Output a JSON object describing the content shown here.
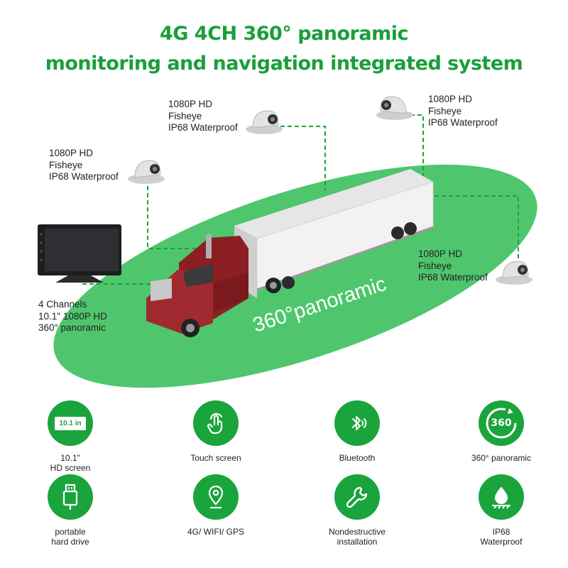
{
  "header": {
    "line1": "4G 4CH 360° panoramic",
    "line2": "monitoring and navigation integrated system"
  },
  "colors": {
    "brand_green": "#1aa43c",
    "ellipse_green": "#4fc66d",
    "truck_cab": "#8b1f24"
  },
  "scene": {
    "ellipse_label": "360°panoramic"
  },
  "cameras": [
    {
      "line1": "1080P HD",
      "line2": "Fisheye",
      "line3": "IP68 Waterproof"
    },
    {
      "line1": "1080P HD",
      "line2": "Fisheye",
      "line3": "IP68 Waterproof"
    },
    {
      "line1": "1080P HD",
      "line2": "Fisheye",
      "line3": "IP68 Waterproof"
    },
    {
      "line1": "1080P HD",
      "line2": "Fisheye",
      "line3": "IP68 Waterproof"
    }
  ],
  "monitor": {
    "line1": "4 Channels",
    "line2": "10.1\" 1080P HD",
    "line3": "360° panoramic"
  },
  "features": [
    {
      "icon": "screen-size-icon",
      "badge": "10.1 in",
      "line1": "10.1\"",
      "line2": "HD screen"
    },
    {
      "icon": "touch-icon",
      "line1": "Touch screen",
      "line2": ""
    },
    {
      "icon": "bluetooth-icon",
      "line1": "Bluetooth",
      "line2": ""
    },
    {
      "icon": "panoramic-360-icon",
      "badge": "360",
      "line1": "360° panoramic",
      "line2": ""
    },
    {
      "icon": "usb-drive-icon",
      "line1": "portable",
      "line2": "hard drive"
    },
    {
      "icon": "location-pin-icon",
      "line1": "4G/ WIFI/ GPS",
      "line2": ""
    },
    {
      "icon": "wrench-icon",
      "line1": "Nondestructive",
      "line2": "installation"
    },
    {
      "icon": "waterproof-icon",
      "line1": "IP68",
      "line2": "Waterproof"
    }
  ]
}
